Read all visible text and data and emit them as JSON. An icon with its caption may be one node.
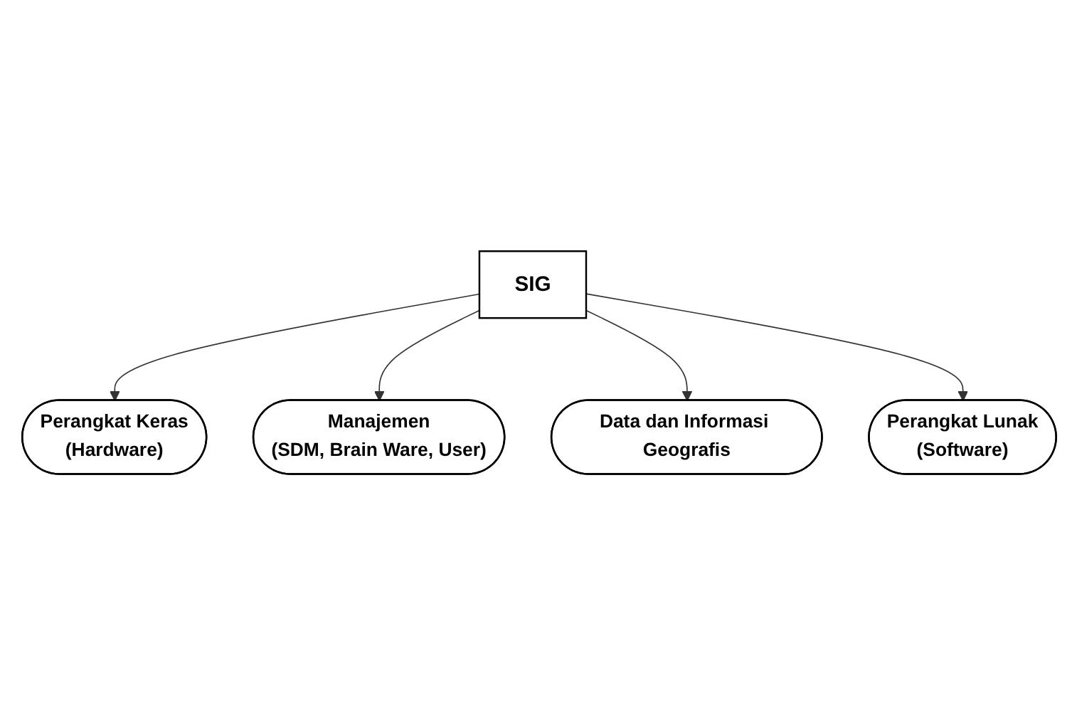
{
  "diagram": {
    "nodes": [
      {
        "text": [
          "Perangkat Keras",
          "(Hardware)"
        ]
      },
      {
        "text": [
          "Manajemen",
          "(SDM, Brain Ware, User)"
        ]
      },
      {
        "text": [
          "SIG"
        ]
      },
      {
        "text": [
          "Data dan Informasi Geografis"
        ]
      },
      {
        "text": [
          "Perangkat Lunak",
          "(Software)"
        ]
      }
    ],
    "edges": [
      {
        "from": 2,
        "to": 0,
        "arrow": "to"
      },
      {
        "from": 2,
        "to": 1,
        "arrow": "to"
      },
      {
        "from": 2,
        "to": 3,
        "arrow": "to"
      },
      {
        "from": 2,
        "to": 4,
        "arrow": "to"
      }
    ]
  }
}
